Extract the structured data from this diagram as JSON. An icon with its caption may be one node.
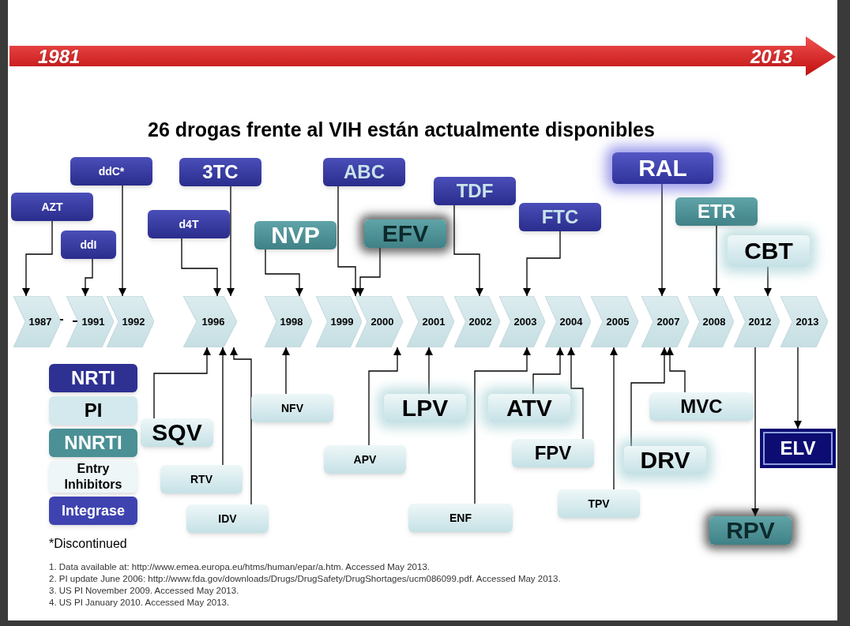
{
  "diagram": {
    "title": "26 drogas frente al VIH están actualmente disponibles",
    "nodes": [
      {
        "text": [
          "AZT"
        ]
      },
      {
        "text": [
          "ddC*"
        ]
      },
      {
        "text": [
          "ddI"
        ]
      },
      {
        "text": [
          "3TC"
        ]
      },
      {
        "text": [
          "d4T"
        ]
      },
      {
        "text": [
          "ABC"
        ]
      },
      {
        "text": [
          "NVP"
        ]
      },
      {
        "text": [
          "EFV"
        ]
      },
      {
        "text": [
          "TDF"
        ]
      },
      {
        "text": [
          "FTC"
        ]
      },
      {
        "text": [
          "RAL"
        ]
      },
      {
        "text": [
          "ETR"
        ]
      },
      {
        "text": [
          "CBT"
        ]
      },
      {
        "text": [
          "1987"
        ]
      },
      {
        "text": [
          "1991"
        ]
      },
      {
        "text": [
          "1992"
        ]
      },
      {
        "text": [
          "1996"
        ]
      },
      {
        "text": [
          "1998"
        ]
      },
      {
        "text": [
          "1999"
        ]
      },
      {
        "text": [
          "2000"
        ]
      },
      {
        "text": [
          "2001"
        ]
      },
      {
        "text": [
          "2002"
        ]
      },
      {
        "text": [
          "2003"
        ]
      },
      {
        "text": [
          "2004"
        ]
      },
      {
        "text": [
          "2005"
        ]
      },
      {
        "text": [
          "2007"
        ]
      },
      {
        "text": [
          "2008"
        ]
      },
      {
        "text": [
          "2012"
        ]
      },
      {
        "text": [
          "2013"
        ]
      },
      {
        "text": [
          "NFV"
        ]
      },
      {
        "text": [
          "LPV"
        ]
      },
      {
        "text": [
          "ATV"
        ]
      },
      {
        "text": [
          "MVC"
        ]
      },
      {
        "text": [
          "SQV"
        ]
      },
      {
        "text": [
          "ELV"
        ]
      },
      {
        "text": [
          "APV"
        ]
      },
      {
        "text": [
          "FPV"
        ]
      },
      {
        "text": [
          "DRV"
        ]
      },
      {
        "text": [
          "RTV"
        ]
      },
      {
        "text": [
          "TPV"
        ]
      },
      {
        "text": [
          "IDV"
        ]
      },
      {
        "text": [
          "ENF"
        ]
      },
      {
        "text": [
          "RPV"
        ]
      }
    ],
    "edges": [
      {
        "from": 0,
        "to": 13,
        "arrow": "to"
      },
      {
        "from": 2,
        "to": 14,
        "arrow": "to"
      },
      {
        "from": 1,
        "to": 15,
        "arrow": "to"
      },
      {
        "from": 4,
        "to": 16,
        "arrow": "to"
      },
      {
        "from": 3,
        "to": 16,
        "arrow": "to"
      },
      {
        "from": 6,
        "to": 17,
        "arrow": "to"
      },
      {
        "from": 5,
        "to": 18,
        "arrow": "to"
      },
      {
        "from": 7,
        "to": 19,
        "arrow": "to"
      },
      {
        "from": 8,
        "to": 21,
        "arrow": "to"
      },
      {
        "from": 9,
        "to": 22,
        "arrow": "to"
      },
      {
        "from": 10,
        "to": 25,
        "arrow": "to"
      },
      {
        "from": 11,
        "to": 26,
        "arrow": "to"
      },
      {
        "from": 12,
        "to": 27,
        "arrow": "to"
      },
      {
        "from": 33,
        "to": 16,
        "arrow": "to"
      },
      {
        "from": 38,
        "to": 16,
        "arrow": "to"
      },
      {
        "from": 40,
        "to": 16,
        "arrow": "to"
      },
      {
        "from": 29,
        "to": 17,
        "arrow": "to"
      },
      {
        "from": 35,
        "to": 19,
        "arrow": "to"
      },
      {
        "from": 30,
        "to": 20,
        "arrow": "to"
      },
      {
        "from": 41,
        "to": 22,
        "arrow": "to"
      },
      {
        "from": 31,
        "to": 23,
        "arrow": "to"
      },
      {
        "from": 36,
        "to": 23,
        "arrow": "to"
      },
      {
        "from": 39,
        "to": 24,
        "arrow": "to"
      },
      {
        "from": 37,
        "to": 25,
        "arrow": "to"
      },
      {
        "from": 32,
        "to": 25,
        "arrow": "to"
      },
      {
        "from": 27,
        "to": 42,
        "arrow": "to"
      },
      {
        "from": 28,
        "to": 34,
        "arrow": "to"
      }
    ],
    "labels": [
      "1981",
      "2013",
      "*Discontinued",
      "1. Data available at: http://www.emea.europa.eu/htms/human/epar/a.htm. Accessed May 2013.",
      "2. PI update June 2006: http://www.fda.gov/downloads/Drugs/DrugSafety/DrugShortages/ucm086099.pdf. Accessed May 2013.",
      "3. US PI November 2009. Accessed May 2013.",
      "4. US PI January 2010. Accessed May 2013."
    ],
    "legend": [
      {
        "text": "NRTI",
        "color": "#2e3192"
      },
      {
        "text": "PI",
        "color": "#d3e9ed"
      },
      {
        "text": "NNRTI",
        "color": "#4a9095"
      },
      {
        "text": "Entry Inhibitors",
        "color": "#eef6f7"
      },
      {
        "text": "Integrase",
        "color": "#3f43b0"
      }
    ]
  }
}
